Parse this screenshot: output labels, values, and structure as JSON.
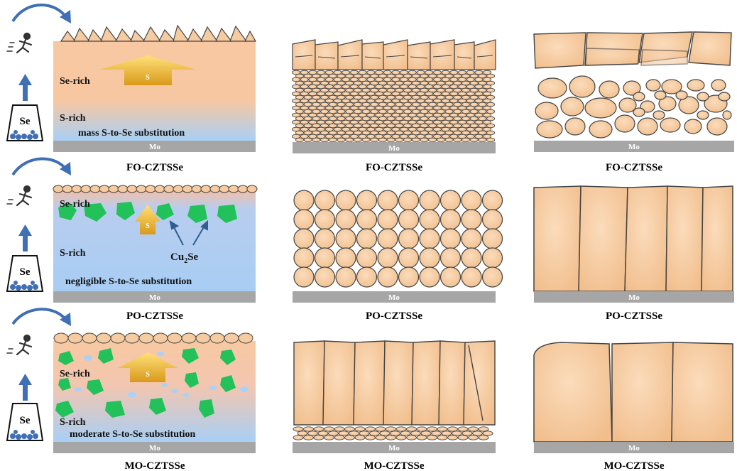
{
  "rows": [
    {
      "caption": "FO-CZTSSe",
      "schematic": {
        "se_rich": "Se-rich",
        "s_rich": "S-rich",
        "note": "mass S-to-Se substitution",
        "arrow_letter": "S",
        "source": "Se",
        "substrate": "Mo"
      },
      "middle": {
        "caption": "FO-CZTSSe",
        "substrate": "Mo"
      },
      "right": {
        "caption": "FO-CZTSSe",
        "substrate": "Mo"
      }
    },
    {
      "caption": "PO-CZTSSe",
      "schematic": {
        "se_rich": "Se-rich",
        "s_rich": "S-rich",
        "note": "negligible S-to-Se substitution",
        "arrow_letter": "S",
        "phase_label": "Cu",
        "phase_sub": "2",
        "phase_tail": "Se",
        "source": "Se",
        "substrate": "Mo"
      },
      "middle": {
        "caption": "PO-CZTSSe",
        "substrate": "Mo"
      },
      "right": {
        "caption": "PO-CZTSSe",
        "substrate": "Mo"
      }
    },
    {
      "caption": "MO-CZTSSe",
      "schematic": {
        "se_rich": "Se-rich",
        "s_rich": "S-rich",
        "note": "moderate S-to-Se substitution",
        "arrow_letter": "S",
        "source": "Se",
        "substrate": "Mo"
      },
      "middle": {
        "caption": "MO-CZTSSe",
        "substrate": "Mo"
      },
      "right": {
        "caption": "MO-CZTSSe",
        "substrate": "Mo"
      }
    }
  ],
  "colors": {
    "grain_fill": "#f6cba0",
    "grain_stroke": "#444444",
    "mo_gray": "#a6a6a6",
    "se_rich_fill": "#f8c9a0",
    "s_rich_fill": "#a9cff5",
    "cu2se_green": "#22c15a",
    "arrow_blue": "#3f6fb5",
    "s_arrow": "#f0b52a"
  }
}
